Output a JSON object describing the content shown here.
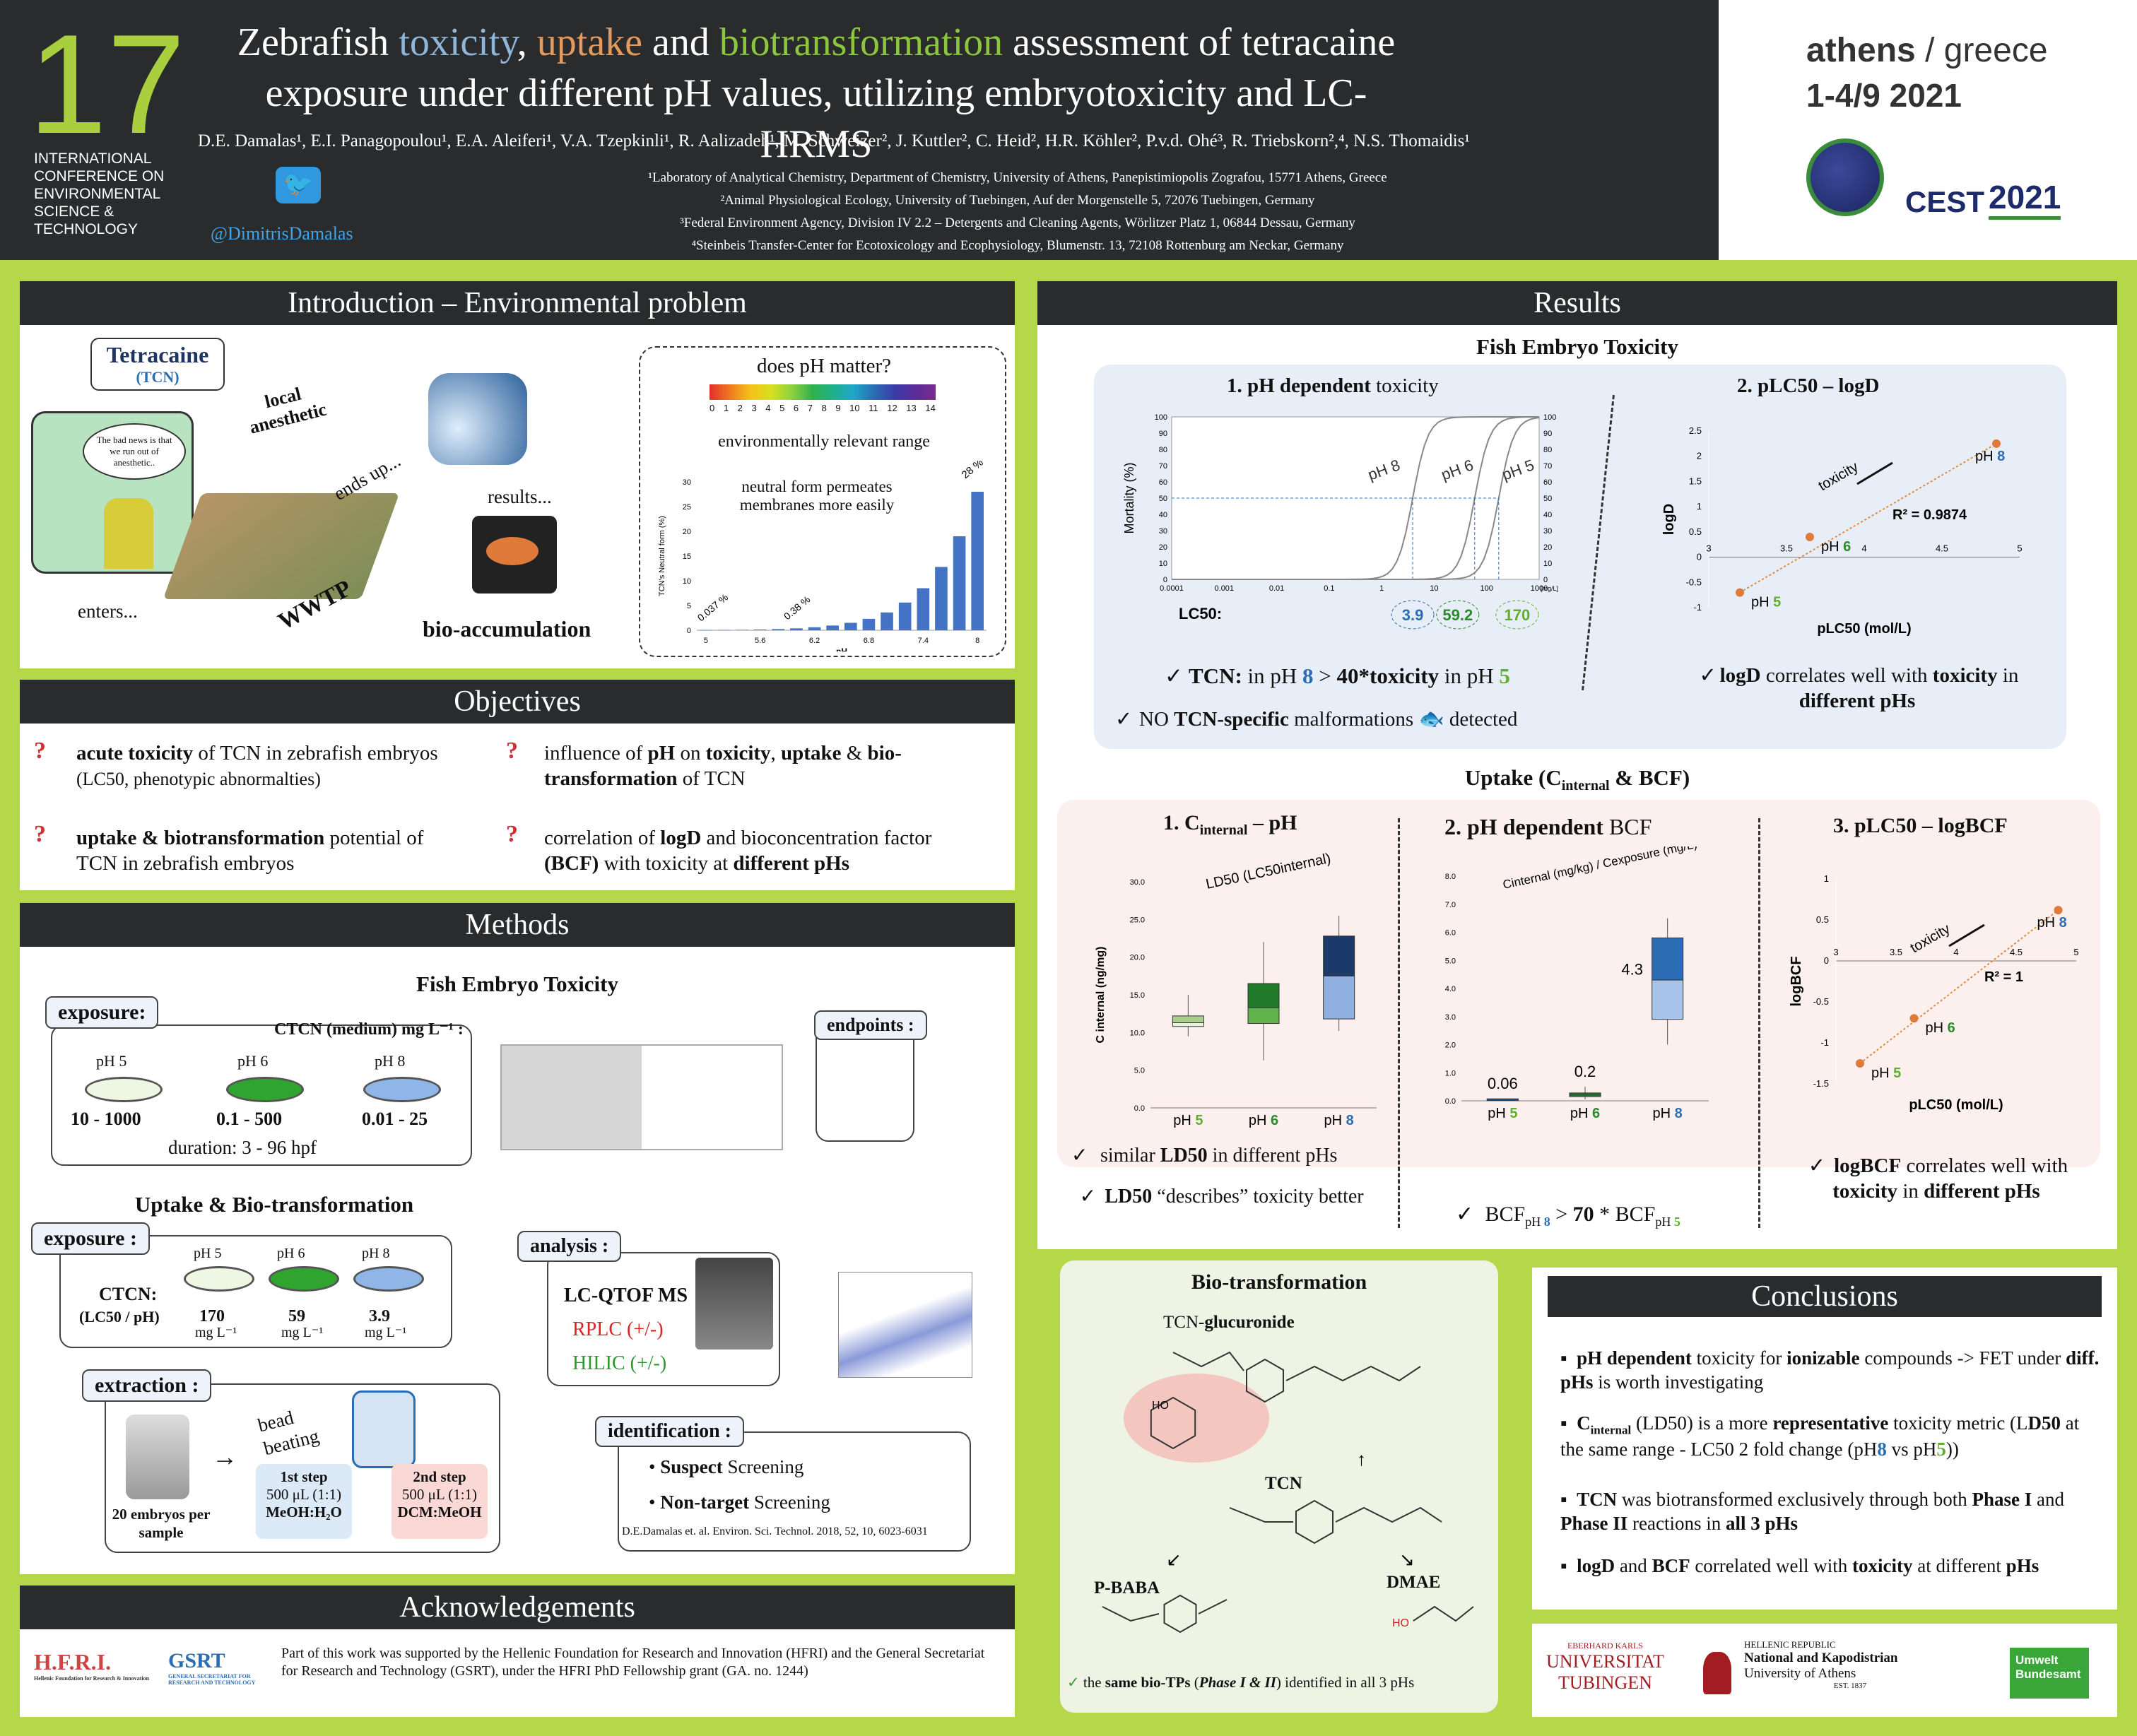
{
  "header": {
    "number": "17",
    "conf": [
      "INTERNATIONAL",
      "CONFERENCE ON",
      "ENVIRONMENTAL",
      "SCIENCE &",
      "TECHNOLOGY"
    ],
    "title_parts": [
      "Zebrafish ",
      "toxicity",
      ", ",
      "uptake",
      " and ",
      "biotransformation",
      " assessment of tetracaine"
    ],
    "title_line2": "exposure under different pH values, utilizing embryotoxicity and LC-HRMS",
    "authors": "D.E. Damalas¹, E.I. Panagopoulou¹, E.A. Aleiferi¹, V.A. Tzepkinli¹, R. Aalizadeh¹, M. Schweizer², J. Kuttler², C. Heid², H.R. Köhler², P.v.d. Ohé³, R. Triebskorn²,⁴, N.S. Thomaidis¹",
    "affil": [
      "¹Laboratory of Analytical Chemistry, Department of Chemistry, University of Athens, Panepistimiopolis Zografou, 15771 Athens, Greece",
      "²Animal Physiological Ecology, University of Tuebingen, Auf der Morgenstelle 5, 72076 Tuebingen, Germany",
      "³Federal Environment Agency, Division IV 2.2 – Detergents and Cleaning Agents, Wörlitzer Platz 1, 06844 Dessau, Germany",
      "⁴Steinbeis Transfer-Center for Ecotoxicology and Ecophysiology, Blumenstr. 13, 72108 Rottenburg am Neckar, Germany"
    ],
    "twitter": "@DimitrisDamalas"
  },
  "cest": {
    "city": "athens",
    "sep": "/",
    "country": "greece",
    "dates": "1-4/9 2021",
    "logo": "CEST",
    "year": "2021"
  },
  "intro": {
    "heading": "Introduction – Environmental problem",
    "tcn": "Tetracaine",
    "tcn_abbr": "(TCN)",
    "local": "local anesthetic",
    "cartoon": "The bad news is that we run out of anesthetic..",
    "ends": "ends up...",
    "results": "results...",
    "enters": "enters...",
    "wwtp": "WWTP",
    "bioacc": "bio-accumulation",
    "ph_q": "does pH matter?",
    "ph_scale": [
      "0",
      "1",
      "2",
      "3",
      "4",
      "5",
      "6",
      "7",
      "8",
      "9",
      "10",
      "11",
      "12",
      "13",
      "14"
    ],
    "env_range": "environmentally relevant range",
    "neutral": "neutral form permeates membranes more easily",
    "ylab": "TCN's Neutral form (%)",
    "xlab": "pH",
    "label_a": "0.037 %",
    "label_b": "0.38 %",
    "label_c": "28 %"
  },
  "chart_data": [
    {
      "type": "bar",
      "title": "",
      "xlabel": "pH",
      "ylabel": "TCN's Neutral form (%)",
      "x": [
        5,
        5.2,
        5.4,
        5.6,
        5.8,
        6,
        6.2,
        6.4,
        6.6,
        6.8,
        7,
        7.2,
        7.4,
        7.6,
        7.8,
        8
      ],
      "values": [
        0.037,
        0.06,
        0.09,
        0.15,
        0.24,
        0.38,
        0.6,
        0.95,
        1.5,
        2.3,
        3.6,
        5.6,
        8.5,
        12.8,
        19,
        28
      ],
      "ylim": [
        0,
        30
      ],
      "xticks": [
        "5",
        "5.6",
        "6.2",
        "6.8",
        "7.4",
        "8"
      ],
      "yticks": [
        "0",
        "5",
        "10",
        "15",
        "20",
        "25",
        "30"
      ]
    },
    {
      "type": "line",
      "title": "1. pH dependent toxicity",
      "xlabel": "[mg/L]",
      "ylabel": "Mortality (%)",
      "series": [
        {
          "name": "pH 8",
          "lc50": 3.9
        },
        {
          "name": "pH 6",
          "lc50": 59.2
        },
        {
          "name": "pH 5",
          "lc50": 170
        }
      ],
      "xticks": [
        "0.0001",
        "0.001",
        "0.01",
        "0.1",
        "1",
        "10",
        "100",
        "1000"
      ],
      "yticks": [
        "0",
        "10",
        "20",
        "30",
        "40",
        "50",
        "60",
        "70",
        "80",
        "90",
        "100"
      ]
    },
    {
      "type": "scatter",
      "title": "2. pLC50 – logD",
      "xlabel": "pLC50 (mol/L)",
      "ylabel": "logD",
      "points": [
        {
          "name": "pH 5",
          "x": 3.2,
          "y": -0.7
        },
        {
          "name": "pH 6",
          "x": 3.65,
          "y": 0.4
        },
        {
          "name": "pH 8",
          "x": 4.85,
          "y": 2.25
        }
      ],
      "r2": "R² = 0.9874",
      "xticks": [
        "3",
        "3.5",
        "4",
        "4.5",
        "5"
      ],
      "yticks": [
        "-1",
        "-0.5",
        "0",
        "0.5",
        "1",
        "1.5",
        "2",
        "2.5"
      ]
    },
    {
      "type": "box",
      "title": "1. Cinternal – pH",
      "ylabel": "C internal (ng/mg)",
      "categories": [
        "pH 5",
        "pH 6",
        "pH 8"
      ],
      "median": [
        11.3,
        13.3,
        17.5
      ],
      "q1": [
        10.8,
        11.2,
        11.8
      ],
      "q3": [
        12.2,
        16.5,
        22.8
      ],
      "min": [
        9.5,
        6.3,
        10.2
      ],
      "max": [
        15.0,
        22.0,
        25.5
      ],
      "yticks": [
        "0.0",
        "5.0",
        "10.0",
        "15.0",
        "20.0",
        "25.0",
        "30.0"
      ]
    },
    {
      "type": "box",
      "title": "2. pH dependent BCF",
      "categories": [
        "pH 5",
        "pH 6",
        "pH 8"
      ],
      "labels": [
        "0.06",
        "0.2",
        "4.3"
      ],
      "median": [
        0.06,
        0.2,
        4.3
      ],
      "q1": [
        0.05,
        0.15,
        2.9
      ],
      "q3": [
        0.07,
        0.28,
        5.8
      ],
      "min": [
        0.04,
        0.05,
        2.0
      ],
      "max": [
        0.08,
        0.5,
        6.5
      ],
      "yticks": [
        "0.0",
        "1.0",
        "2.0",
        "3.0",
        "4.0",
        "5.0",
        "6.0",
        "7.0",
        "8.0"
      ]
    },
    {
      "type": "scatter",
      "title": "3. pLC50 – logBCF",
      "xlabel": "pLC50 (mol/L)",
      "ylabel": "logBCF",
      "points": [
        {
          "name": "pH 5",
          "x": 3.2,
          "y": -1.25
        },
        {
          "name": "pH 6",
          "x": 3.65,
          "y": -0.7
        },
        {
          "name": "pH 8",
          "x": 4.85,
          "y": 0.62
        }
      ],
      "r2": "R² = 1",
      "xticks": [
        "3",
        "3.5",
        "4",
        "4.5",
        "5"
      ],
      "yticks": [
        "-1.5",
        "-1",
        "-0.5",
        "0",
        "0.5",
        "1"
      ]
    }
  ],
  "objectives": {
    "heading": "Objectives",
    "items": [
      {
        "b": "acute toxicity",
        "t": " of TCN in zebrafish embryos",
        "t2": "(LC50, phenotypic abnormalties)"
      },
      {
        "t": "influence of ",
        "b": "pH",
        "t3": " on ",
        "b2": "toxicity",
        "t4": ", ",
        "b3": "uptake",
        "t5": " & ",
        "b4": "bio-transformation",
        "t6": " of TCN"
      },
      {
        "b": "uptake & biotransformation",
        "t": " potential of",
        "t2": "TCN in zebrafish embryos"
      },
      {
        "t": "correlation of ",
        "b": "logD",
        "t3": " and bioconcentration factor",
        "t4": "(BCF)",
        "t5": " with toxicity at ",
        "b2": "different pHs"
      }
    ]
  },
  "methods": {
    "heading": "Methods",
    "fet_title": "Fish Embryo Toxicity",
    "exposure": "exposure:",
    "ctcn": "CTCN (medium) mg L⁻¹ :",
    "ph5": "pH 5",
    "ph6": "pH 6",
    "ph8": "pH 8",
    "r5": "10 - 1000",
    "r6": "0.1 - 500",
    "r8": "0.01 - 25",
    "duration": "duration: 3 - 96 hpf",
    "endpoints": "endpoints :",
    "ub_title": "Uptake & Bio-transformation",
    "exposure2": "exposure :",
    "ctcn2": "CTCN:",
    "ctcn2b": "(LC50 / pH)",
    "c5": "170",
    "c6": "59",
    "c8": "3.9",
    "unit": "mg L⁻¹",
    "analysis": "analysis :",
    "lcq": "LC-QTOF MS",
    "rplc": "RPLC (+/-)",
    "hilic": "HILIC (+/-)",
    "extraction": "extraction :",
    "bead": "bead beating",
    "emb": "20 embryos per sample",
    "step1": "1st step",
    "step1b": "500 μL (1:1)",
    "step1c": "MeOH:H₂O",
    "step2": "2nd step",
    "step2b": "500 μL (1:1)",
    "step2c": "DCM:MeOH",
    "identification": "identification :",
    "suspect": "Suspect Screening",
    "nontarget": "Non-target Screening",
    "ref": "D.E.Damalas et. al. Environ. Sci. Technol. 2018, 52, 10, 6023-6031"
  },
  "ack": {
    "heading": "Acknowledgements",
    "text": "Part of this work was supported by the Hellenic Foundation for Research and Innovation (HFRI) and the General Secretariat for Research and Technology (GSRT), under the HFRI PhD Fellowship grant (GA. no. 1244)",
    "hfri": "H.F.R.I.",
    "hfri_sub": "Hellenic Foundation for Research & Innovation",
    "gsrt": "GSRT",
    "gsrt_sub": "GENERAL SECRETARIAT FOR RESEARCH AND TECHNOLOGY"
  },
  "results": {
    "heading": "Results",
    "fet": "Fish Embryo Toxicity",
    "lc50": "LC50:",
    "lc50_8": "3.9",
    "lc50_6": "59.2",
    "lc50_5": "170",
    "ph8": "pH 8",
    "ph6": "pH 6",
    "ph5": "pH 5",
    "toxicity": "toxicity",
    "fet_c1": "TCN: in pH 8 > 40*toxicity in pH 5",
    "fet_c2": "NO TCN-specific malformations detected",
    "fet_c3": "logD correlates well with toxicity in different pHs",
    "uptake": "Uptake (Cinternal & BCF)",
    "ld50": "LD50 (LC50internal)",
    "u_c1": "similar LD50 in different pHs",
    "u_c2": "LD50 “describes” toxicity better",
    "bcf_frac": "Cinternal (mg/kg) / Cexposure (mg/L)",
    "u_c3": "BCF pH 8 > 70 * BCF pH 5",
    "u_c4": "logBCF correlates well with toxicity in different pHs",
    "bio": "Bio-transformation",
    "gluc": "TCN-glucuronide",
    "tcn": "TCN",
    "paba": "P-BABA",
    "dmae": "DMAE",
    "bio_c": "the same bio-TPs (Phase I & II) identified in all 3 pHs"
  },
  "conclusions": {
    "heading": "Conclusions",
    "items": [
      "pH dependent toxicity for ionizable compounds -> FET under diff. pHs is worth investigating",
      "Cinternal (LD50) is a more representative toxicity metric (LD50 at the same range - LC50 2 fold change (pH8 vs pH5))",
      "TCN was biotransformed exclusively through both Phase I and Phase II reactions in all 3 pHs",
      "logD and BCF correlated well with toxicity at different pHs"
    ]
  },
  "logos": {
    "tub1": "EBERHARD KARLS",
    "tub2": "UNIVERSITAT",
    "tub3": "TUBINGEN",
    "uoa1": "HELLENIC REPUBLIC",
    "uoa2": "National and Kapodistrian",
    "uoa3": "University of Athens",
    "uoa4": "EST. 1837",
    "uba1": "Umwelt",
    "uba2": "Bundesamt"
  },
  "colors": {
    "dark": "#2a2b2c",
    "green": "#b5d84a",
    "blue": "#8fb6d8",
    "orange": "#e39a5e",
    "title_green": "#8cc63f",
    "ph5": "#5fae2e",
    "ph6": "#2b8a2b",
    "ph8": "#2a6db4"
  }
}
